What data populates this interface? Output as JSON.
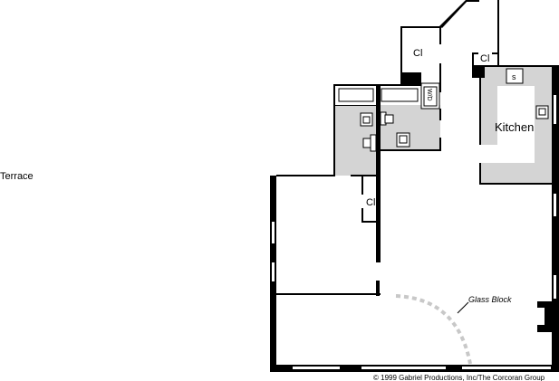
{
  "labels": {
    "terrace": "Terrace",
    "closet_top": "Cl",
    "closet_kitchen": "Cl",
    "closet_bedroom": "Cl",
    "kitchen": "Kitchen",
    "stove": "s",
    "washer_dryer": "W/D",
    "glass_block": "Glass Block",
    "copyright": "© 1999 Gabriel Productions, Inc/The Corcoran Group"
  },
  "colors": {
    "wall": "#000000",
    "wet_area": "#d4d4d4",
    "glass_block": "#c8c8c8"
  }
}
